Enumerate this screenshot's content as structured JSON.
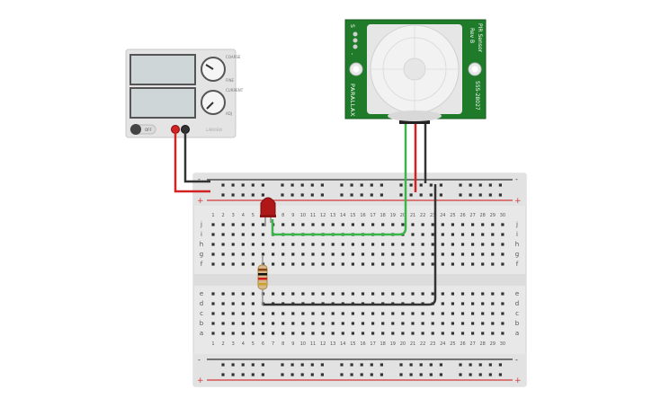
{
  "power_supply": {
    "power_button_label": "OFF",
    "knob_top_label_top": "COARSE",
    "knob_top_label_bottom": "FINE",
    "knob_bottom_label_top": "CURRENT",
    "knob_bottom_label_bottom": "ADJ",
    "brand_label": "LABVIEW",
    "colors": {
      "body": "#e4e4e4",
      "display": "#cfd6d8",
      "positive": "#d32222",
      "negative": "#333333"
    }
  },
  "pir_sensor": {
    "title_line1": "PIR Sensor",
    "title_line2": "Rev B",
    "brand": "PARALLAX",
    "part_number": "555-28027",
    "pin_labels": [
      "S",
      "+",
      "-"
    ],
    "colors": {
      "board": "#1f7a2a",
      "dome": "#f2f2f2"
    }
  },
  "breadboard": {
    "column_numbers": [
      "1",
      "2",
      "3",
      "4",
      "5",
      "6",
      "7",
      "8",
      "9",
      "10",
      "11",
      "12",
      "13",
      "14",
      "15",
      "16",
      "17",
      "18",
      "19",
      "20",
      "21",
      "22",
      "23",
      "24",
      "25",
      "26",
      "27",
      "28",
      "29",
      "30"
    ],
    "row_letters_top": [
      "j",
      "i",
      "h",
      "g",
      "f"
    ],
    "row_letters_bottom": [
      "e",
      "d",
      "c",
      "b",
      "a"
    ],
    "rail_plus": "+",
    "rail_minus": "-",
    "colors": {
      "body": "#e8e8e8",
      "hole": "#333333",
      "rail_red": "#d43a3a",
      "rail_black": "#333333"
    }
  },
  "components": {
    "led_color": "#b01818",
    "resistor_bands": [
      "#8b4513",
      "#111111",
      "#d11b1b",
      "#c9a227"
    ],
    "wire_colors": {
      "signal": "#3bb54a",
      "power": "#d32222",
      "ground": "#333333"
    }
  }
}
